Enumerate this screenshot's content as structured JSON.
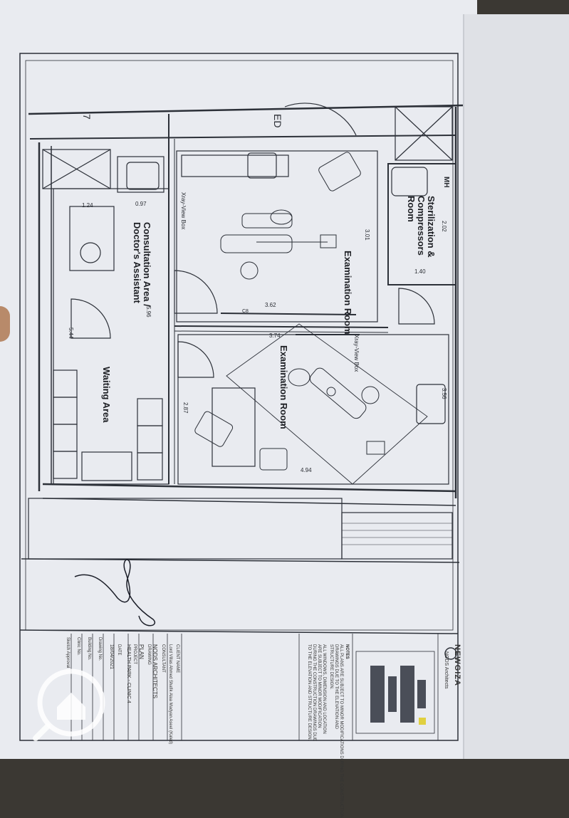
{
  "rooms": {
    "examination_room_upper": "Examination Room",
    "examination_room_lower": "Examination Room",
    "sterilization": "Sterilization & Compressors Room",
    "consultation": "Consultation Area / Doctor's Assistant",
    "waiting": "Waiting Area"
  },
  "labels": {
    "xray_view_box_1": "Xray-View Box",
    "xray_view_box_2": "Xray-View Box",
    "mh_mark": "MH",
    "ed_mark": "ED",
    "seven_mark": "7",
    "c8_mark": "C8"
  },
  "dimensions": [
    "1.24",
    "0.97",
    "5.96",
    "5.44",
    "3.62",
    "3.01",
    "2.02",
    "1.40",
    "3.74",
    "3.56",
    "2.87",
    "4.94"
  ],
  "title_block": {
    "company": "NEWGIZA",
    "architect_top": "NODS Architects",
    "notes_heading": "NOTES",
    "notes_lines": [
      "ALL PLANS ARE SUBJECT TO MINOR MODIFICATIONS DURING THE CONSTRUCTION",
      "DRAWINGS DUE TO THE ELEVATION AND",
      "STRUCTURE DESIGN.",
      "ALL WINDOWS, DIMENSION AND LOCATION",
      "ARE SUBJECT TO MINOR MODIFICATION",
      "DURING THE CONSTRUCTION DRAWINGS DUE",
      "TO THE ELEVATION AND STRUCTURE DESIGN."
    ],
    "client_label": "CLIENT NAME",
    "client_value": "Lord Villas Ahmed Shafik Alaa Madyan Aseel (Kaled)",
    "consultant_label": "CONSULTANT",
    "consultant_value": "NODS ARCHITECTS",
    "drawing_label": "DRAWING",
    "drawing_value": "PLAN",
    "project_label": "PROJECT",
    "project_value": "HEALTH PARK - CLINIC 4",
    "date_label": "DATE",
    "date_value": "18/04/2021",
    "rows": [
      "Drawing No.",
      "Building No.",
      "Clinic No.",
      "Sketch Approval"
    ]
  }
}
